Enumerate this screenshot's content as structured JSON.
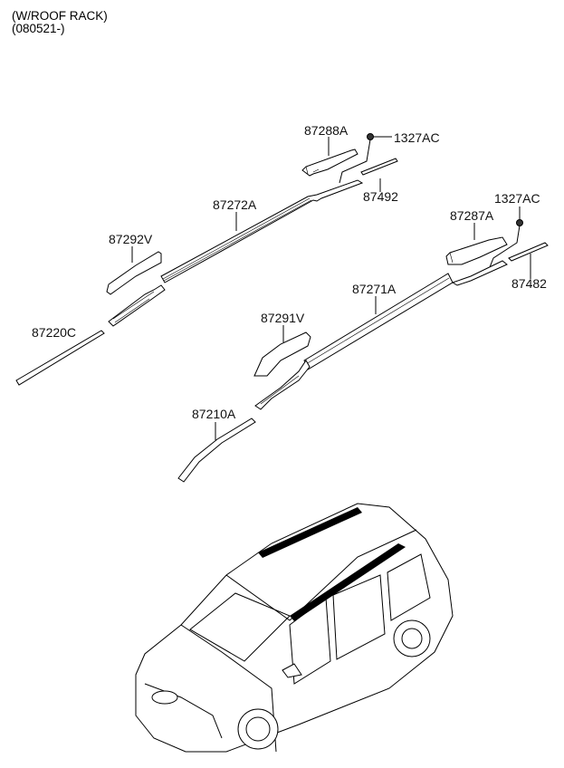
{
  "header": {
    "line1": "(W/ROOF RACK)",
    "line2": "(080521-)"
  },
  "parts": {
    "p87288A": "87288A",
    "p1327AC_upper": "1327AC",
    "p87492": "87492",
    "p87272A": "87272A",
    "p87292V": "87292V",
    "p87220C": "87220C",
    "p1327AC_lower": "1327AC",
    "p87287A": "87287A",
    "p87482": "87482",
    "p87271A": "87271A",
    "p87291V": "87291V",
    "p87210A": "87210A"
  }
}
